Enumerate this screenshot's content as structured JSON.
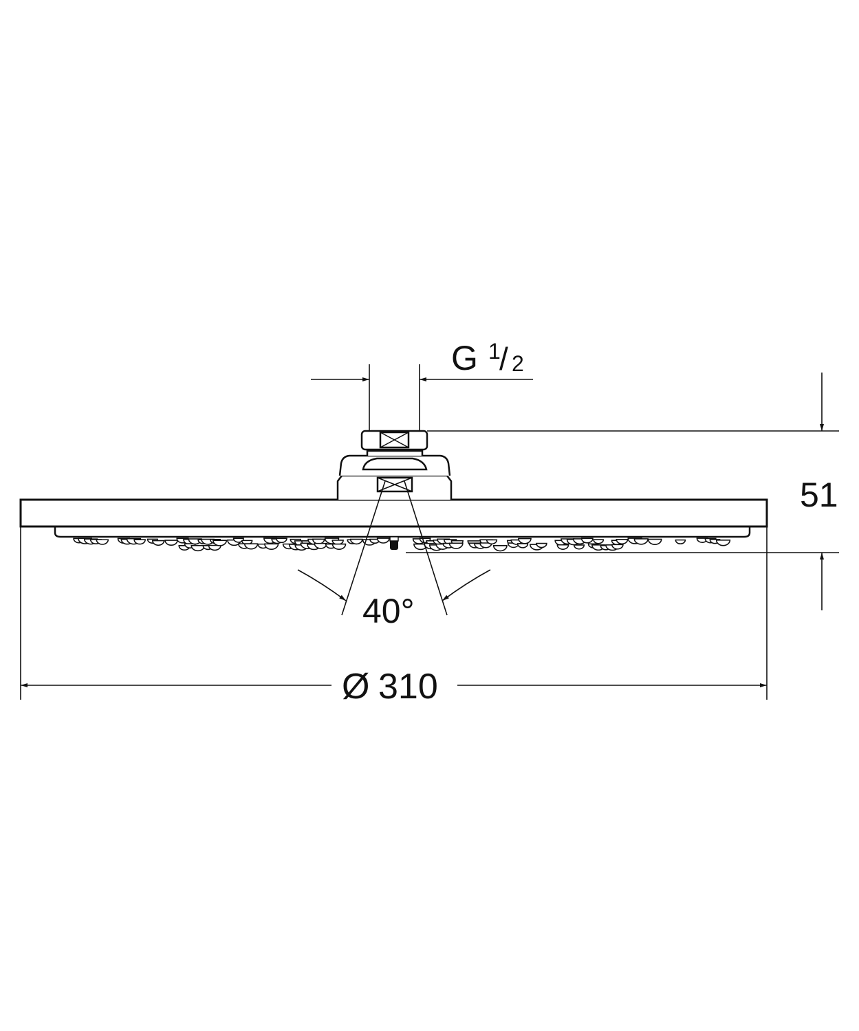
{
  "drawing": {
    "subject": "Overhead shower head, side elevation",
    "line_color": "#111111",
    "background": "#ffffff"
  },
  "dimensions": {
    "thread": {
      "prefix": "G",
      "numerator": "1",
      "denominator": "2"
    },
    "height": {
      "value": "51"
    },
    "diameter": {
      "symbol": "Ø",
      "value": "310"
    },
    "spray_angle": {
      "value": "40°"
    }
  }
}
